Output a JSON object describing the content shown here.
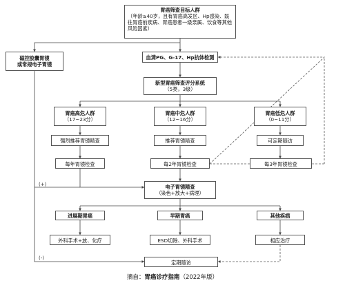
{
  "target": {
    "title": "胃癌筛查目标人群",
    "criteria": "（年龄≥40岁，且有胃癌高发区、Hp感染、既往胃癌前疾病、胃癌患者一级亲属、饮食等其他风险因素）"
  },
  "left_box": [
    "磁控胶囊胃镜",
    "或常规电子胃镜"
  ],
  "serum_test": "血清PG、G-17、Hp抗体检测",
  "scoring": {
    "title": "新型胃癌筛查评分系统",
    "sub": "（5类，3级）"
  },
  "risk_groups": [
    {
      "title": "胃癌高危人群",
      "range": "（17~23分）",
      "action": "强烈推荐胃镜精查",
      "followup": "每年胃镜检查"
    },
    {
      "title": "胃癌中危人群",
      "range": "（12~16分）",
      "action": "推荐胃镜精查",
      "followup": "每2年胃镜检查"
    },
    {
      "title": "胃癌低危人群",
      "range": "（0~11分）",
      "action": "可定期随访",
      "followup": "每3年胃镜检查"
    }
  ],
  "endoscopy": {
    "title": "电子胃镜精查",
    "sub": "（染色+放大+病理）"
  },
  "branch_labels": {
    "positive": "(+)",
    "negative": "(-)"
  },
  "outcomes": [
    {
      "title": "进展期胃癌",
      "treatment": "外科手术+放、化疗"
    },
    {
      "title": "早期胃癌",
      "treatment": "ESD切除、外科手术"
    },
    {
      "title": "其他疾病",
      "treatment": "相应治疗"
    }
  ],
  "followup_final": "定期随访",
  "caption": {
    "prefix": "摘自：",
    "source": "胃癌诊疗指南",
    "year": "（2022年版）"
  }
}
